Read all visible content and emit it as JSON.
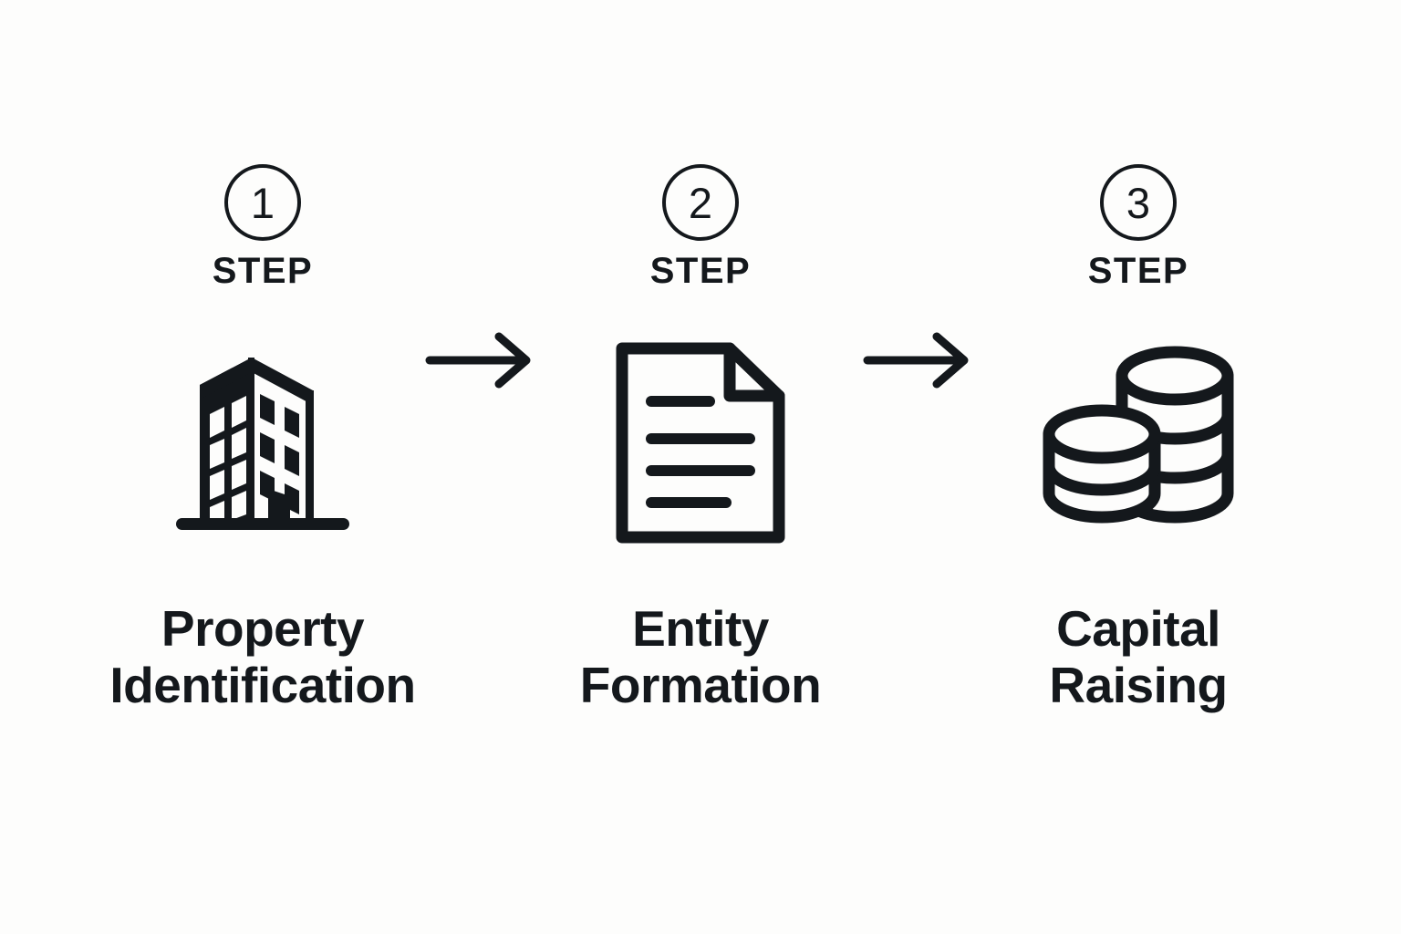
{
  "diagram": {
    "title": "Three step process flow",
    "background_color": "#FDFDFC",
    "ink_color": "#14181C",
    "steps": [
      {
        "number": "1",
        "step_word": "STEP",
        "icon": "office-building-icon",
        "label": "Property\nIdentification"
      },
      {
        "number": "2",
        "step_word": "STEP",
        "icon": "document-icon",
        "label": "Entity\nFormation"
      },
      {
        "number": "3",
        "step_word": "STEP",
        "icon": "coin-stack-icon",
        "label": "Capital\nRaising"
      }
    ],
    "connectors": [
      {
        "icon": "arrow-right-icon"
      },
      {
        "icon": "arrow-right-icon"
      }
    ]
  }
}
